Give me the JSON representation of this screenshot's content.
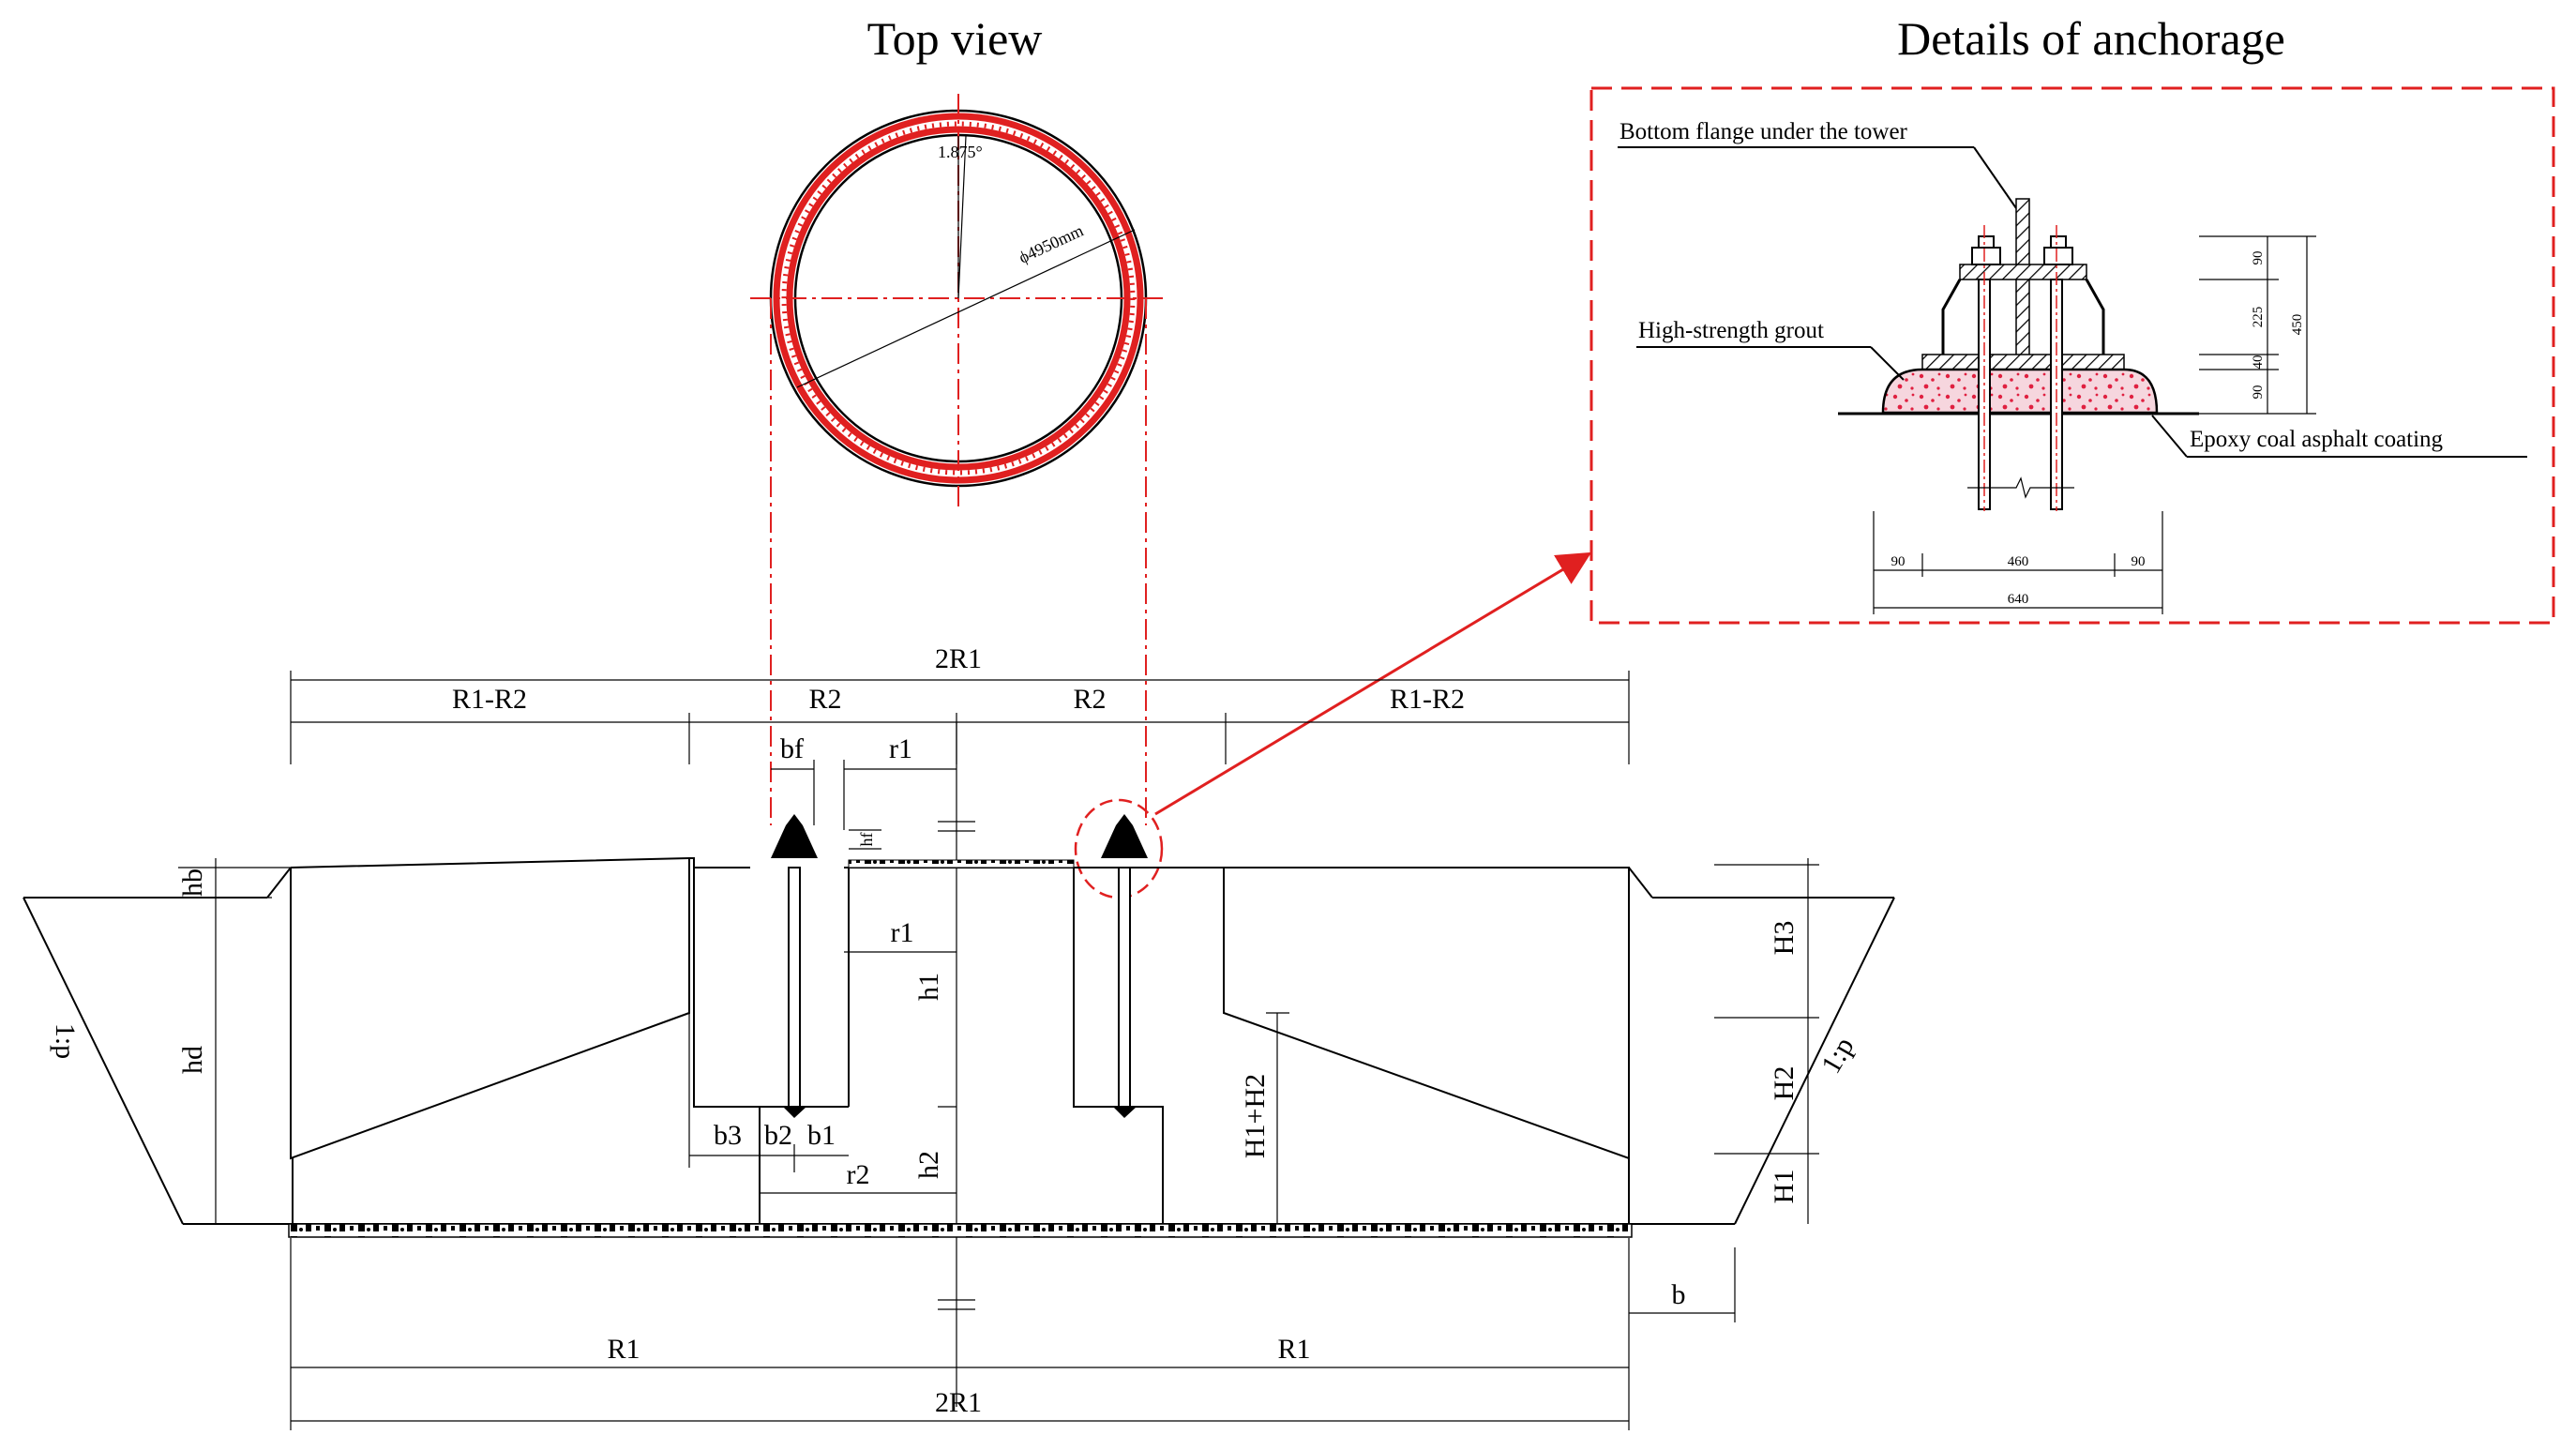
{
  "titles": {
    "top_view": "Top view",
    "anchorage": "Details of anchorage"
  },
  "top_view": {
    "angle": "1.875°",
    "diameter": "ϕ4950mm"
  },
  "anchorage": {
    "bottom_flange": "Bottom flange under the tower",
    "grout": "High-strength grout",
    "coating": "Epoxy coal asphalt coating",
    "dims": {
      "v1": "90",
      "v2": "225",
      "v3": "40",
      "v4": "90",
      "v_total": "450",
      "h1": "90",
      "h2": "460",
      "h3": "90",
      "h_total": "640"
    }
  },
  "section": {
    "top_total": "2R1",
    "r1_r2_left": "R1-R2",
    "r2_left": "R2",
    "r2_right": "R2",
    "r1_r2_right": "R1-R2",
    "bf": "bf",
    "r1_top": "r1",
    "hf": "hf",
    "hb": "hb",
    "hd": "hd",
    "slope_left": "1:p",
    "r1_mid": "r1",
    "h1": "h1",
    "h2": "h2",
    "b3": "b3",
    "b2": "b2",
    "b1": "b1",
    "r2": "r2",
    "h1_plus_h2": "H1+H2",
    "cap_h3": "H3",
    "cap_h2": "H2",
    "cap_h1": "H1",
    "slope_right": "1:p",
    "b": "b",
    "r1_bottom_left": "R1",
    "r1_bottom_right": "R1",
    "bottom_total": "2R1"
  }
}
